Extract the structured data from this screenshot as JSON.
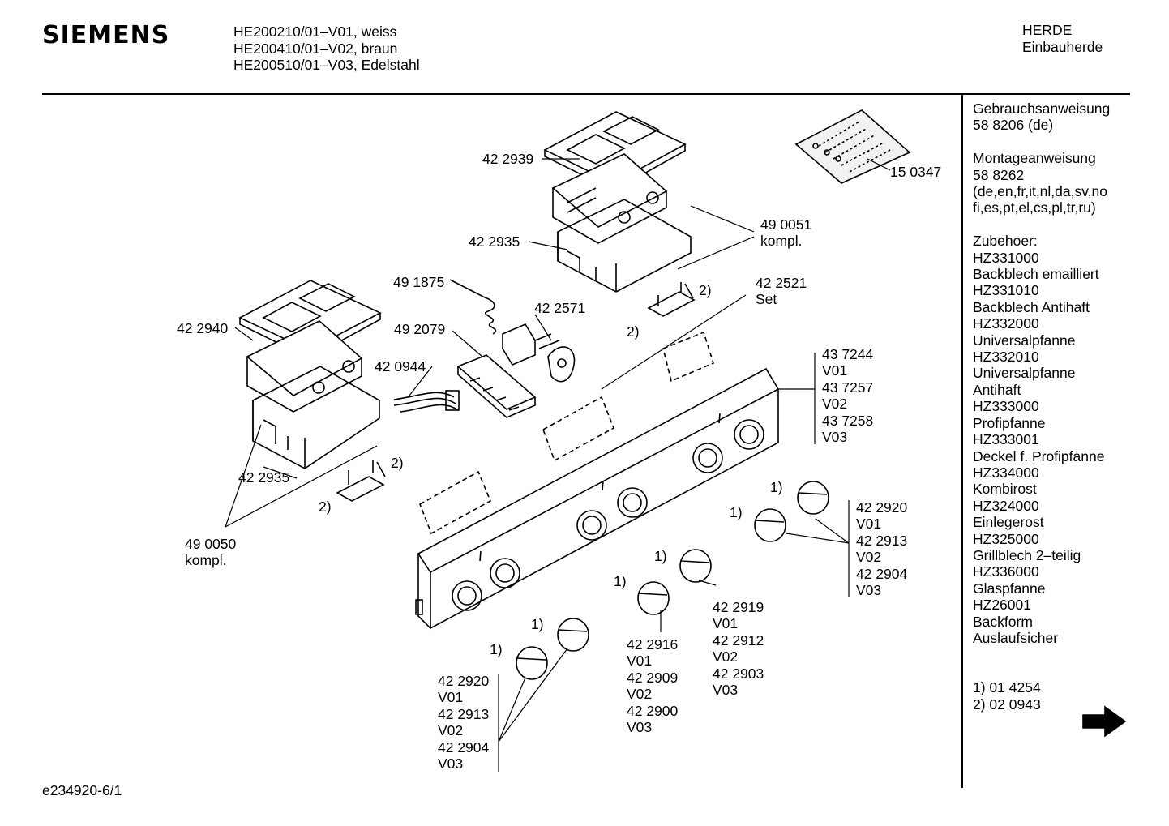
{
  "header": {
    "brand": "SIEMENS",
    "models": [
      "HE200210/01–V01, weiss",
      "HE200410/01–V02, braun",
      "HE200510/01–V03, Edelstahl"
    ],
    "category": [
      "HERDE",
      "Einbauherde"
    ]
  },
  "sidebar": {
    "manual_title": "Gebrauchsanweisung",
    "manual_number": "58 8206 (de)",
    "assembly_title": "Montageanweisung",
    "assembly_number": "58 8262",
    "assembly_langs": [
      "(de,en,fr,it,nl,da,sv,no",
      "fi,es,pt,el,cs,pl,tr,ru)"
    ],
    "accessories_title": "Zubehoer:",
    "accessories": [
      "HZ331000",
      "Backblech emailliert",
      "HZ331010",
      "Backblech Antihaft",
      "HZ332000",
      "Universalpfanne",
      "HZ332010",
      "Universalpfanne",
      "Antihaft",
      "HZ333000",
      "Profipfanne",
      "HZ333001",
      "Deckel f. Profipfanne",
      "HZ334000",
      "Kombirost",
      "HZ324000",
      "Einlegerost",
      "HZ325000",
      "Grillblech 2–teilig",
      "HZ336000",
      "Glaspfanne",
      "HZ26001",
      "Backform",
      "Auslaufsicher"
    ],
    "footnotes": [
      "1) 01 4254",
      "2) 02 0943"
    ],
    "next_arrow": "next-page-arrow-icon"
  },
  "callouts": {
    "c_422939": "42 2939",
    "c_150347": "15 0347",
    "c_490051": [
      "49 0051",
      "kompl."
    ],
    "c_422935_top": "42 2935",
    "c_491875": "49 1875",
    "c_422571": "42 2571",
    "c_422521": [
      "42 2521",
      "Set"
    ],
    "c_2_top_a": "2)",
    "c_2_top_b": "2)",
    "c_422940": "42 2940",
    "c_492079": "49 2079",
    "c_420944": "42 0944",
    "c_422935_left": "42 2935",
    "c_2_left_a": "2)",
    "c_2_left_b": "2)",
    "c_490050": [
      "49 0050",
      "kompl."
    ],
    "c_panel": [
      "43 7244",
      "V01",
      "43 7257",
      "V02",
      "43 7258",
      "V03"
    ],
    "c_knob_right": [
      "42 2920",
      "V01",
      "42 2913",
      "V02",
      "42 2904",
      "V03"
    ],
    "c_1_r1": "1)",
    "c_1_r2": "1)",
    "c_1_m1": "1)",
    "c_1_m2": "1)",
    "c_knob_mid_r": [
      "42 2919",
      "V01",
      "42 2912",
      "V02",
      "42 2903",
      "V03"
    ],
    "c_knob_mid_l": [
      "42 2916",
      "V01",
      "42 2909",
      "V02",
      "42 2900",
      "V03"
    ],
    "c_1_b1": "1)",
    "c_1_b2": "1)",
    "c_knob_bottom": [
      "42 2920",
      "V01",
      "42 2913",
      "V02",
      "42 2904",
      "V03"
    ]
  },
  "footer": {
    "doc_id": "e234920-6/1"
  }
}
